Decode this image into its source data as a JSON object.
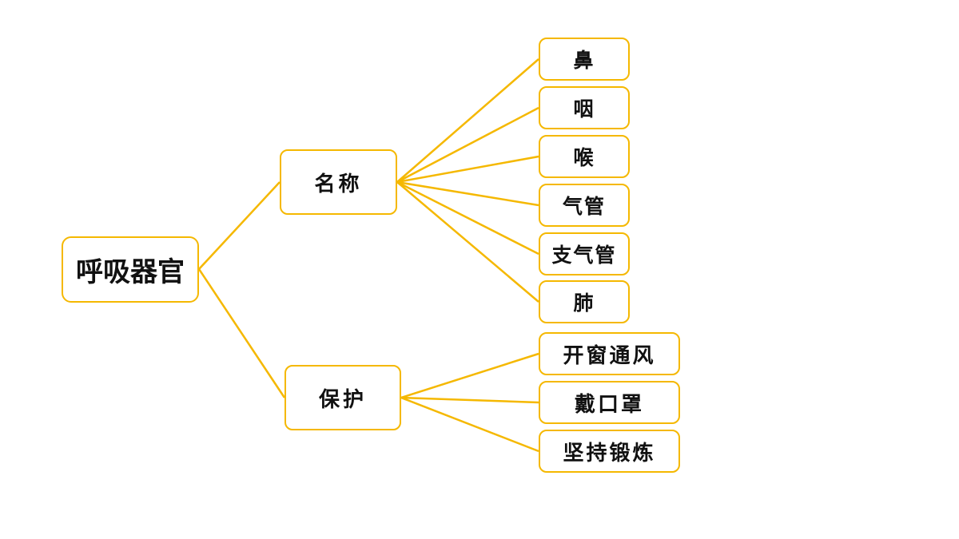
{
  "root": {
    "label": "呼吸器官"
  },
  "branches": [
    {
      "label": "名称",
      "children": [
        "鼻",
        "咽",
        "喉",
        "气管",
        "支气管",
        "肺"
      ]
    },
    {
      "label": "保护",
      "children": [
        "开窗通风",
        "戴口罩",
        "坚持锻炼"
      ]
    }
  ],
  "colors": {
    "accent": "#f5b800",
    "text": "#111111",
    "background": "#ffffff"
  }
}
